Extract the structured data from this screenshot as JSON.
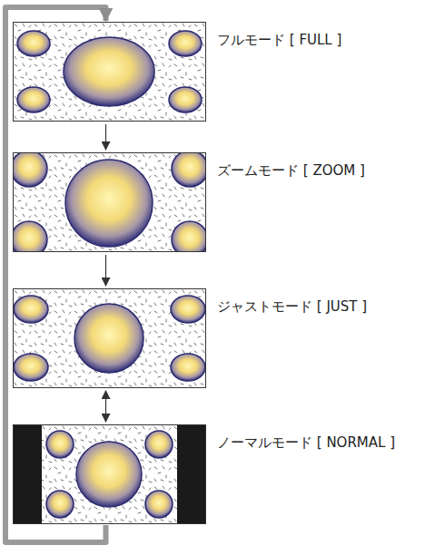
{
  "diagram": {
    "nodes": [
      {
        "text": [
          "フルモード [ FULL ]"
        ]
      },
      {
        "text": [
          "ズームモード [ ZOOM ]"
        ]
      },
      {
        "text": [
          "ジャストモード [ JUST ]"
        ]
      },
      {
        "text": [
          "ノーマルモード [ NORMAL ]"
        ]
      }
    ],
    "edges": [
      {
        "from": 0,
        "to": 1,
        "arrow": "to"
      },
      {
        "from": 1,
        "to": 2,
        "arrow": "to"
      },
      {
        "from": 2,
        "to": 3,
        "arrow": "both"
      },
      {
        "from": 3,
        "to": 0,
        "arrow": "to"
      }
    ]
  }
}
